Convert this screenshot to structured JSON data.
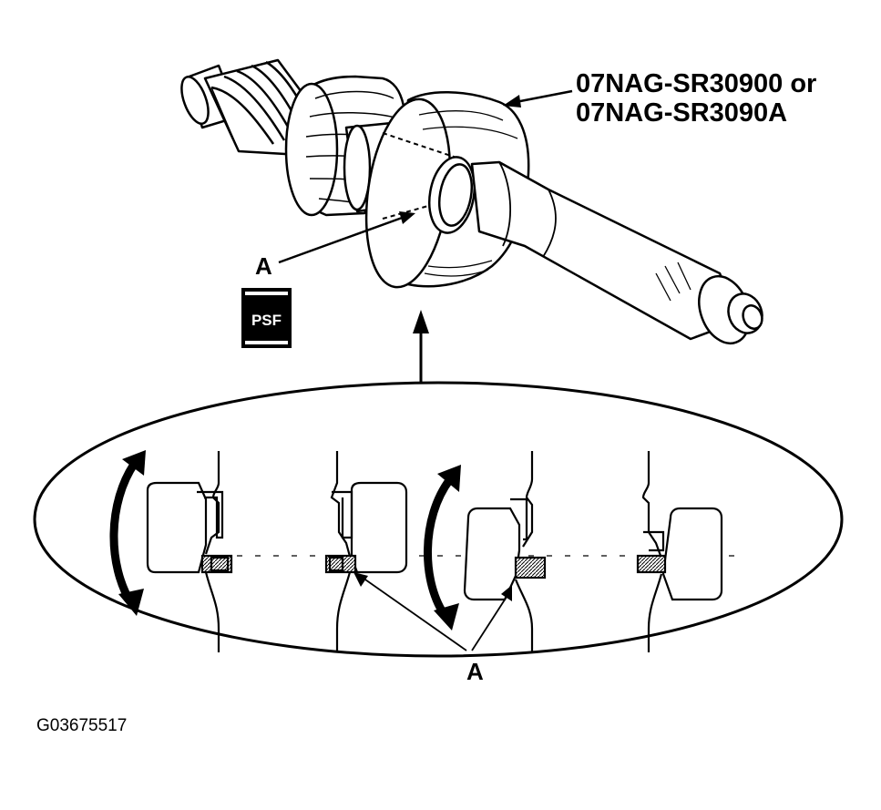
{
  "tool_numbers": [
    "07NAG-SR30900 or",
    "07NAG-SR3090A"
  ],
  "callouts": {
    "upper": "A",
    "lower": "A"
  },
  "fluid_icon": {
    "name": "power-steering-fluid-icon",
    "label": "PSF"
  },
  "figure_id": "G03675517",
  "colors": {
    "ink": "#000000",
    "paper": "#ffffff"
  }
}
